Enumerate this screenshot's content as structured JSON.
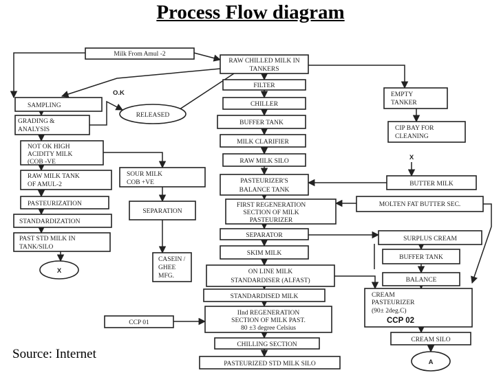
{
  "title": "Process Flow diagram",
  "source": "Source: Internet",
  "nodes": {
    "milk_from_amul": "Milk From Amul -2",
    "raw_chilled": [
      "RAW CHILLED MILK IN",
      "TANKERS"
    ],
    "filter": "FILTER",
    "chiller": "CHILLER",
    "buffer_tank_main": "BUFFER TANK",
    "milk_clarifier": "MILK CLARIFIER",
    "raw_milk_silo": "RAW MILK SILO",
    "pasteurizer_balance": [
      "PASTEURIZER'S",
      "BALANCE TANK"
    ],
    "first_regen": [
      "FIRST REGENERATION",
      "SECTION OF MILK",
      "PASTEURIZER"
    ],
    "separator": "SEPARATOR",
    "skim_milk": "SKIM MILK",
    "online_standardiser": [
      "ON LINE MILK",
      "STANDARDISER (ALFAST)"
    ],
    "standardised_milk": "STANDARDISED MILK",
    "second_regen": [
      "IInd REGENERATION",
      "SECTION OF MILK PAST.",
      "80 ±3 degree Celsius"
    ],
    "chilling_section": "CHILLING SECTION",
    "pasteurized_silo": "PASTEURIZED STD MILK SILO",
    "ccp01": "CCP 01",
    "sampling": "SAMPLING",
    "grading": [
      "GRADING &",
      "ANALYSIS"
    ],
    "released": "RELEASED",
    "ok_label": "O.K",
    "not_ok": [
      "NOT OK HIGH",
      "ACIDITY MILK",
      "(COB -VE"
    ],
    "raw_milk_tank": [
      "RAW MILK TANK",
      "OF AMUL-2"
    ],
    "pasteurization": "PASTEURIZATION",
    "standardization": "STANDARDIZATION",
    "past_std_tank": [
      "PAST STD MILK IN",
      "TANK/SILO"
    ],
    "x_left": "X",
    "sour_milk": [
      "SOUR MILK",
      "COB +VE"
    ],
    "separation": "SEPARATION",
    "casein": [
      "CASEIN /",
      "GHEE",
      "MFG."
    ],
    "empty_tanker": [
      "EMPTY",
      "TANKER"
    ],
    "cip_bay": [
      "CIP BAY FOR",
      "CLEANING"
    ],
    "x_right": "X",
    "butter_milk": "BUTTER MILK",
    "molten_fat": "MOLTEN FAT BUTTER SEC.",
    "surplus_cream": "SURPLUS CREAM",
    "buffer_tank_cream": "BUFFER TANK",
    "balance": "BALANCE",
    "cream_pasteurizer": [
      "CREAM",
      "PASTEURIZER",
      "(90± 2deg.C)"
    ],
    "ccp02": "CCP 02",
    "cream_silo": "CREAM SILO",
    "a_label": "A"
  }
}
